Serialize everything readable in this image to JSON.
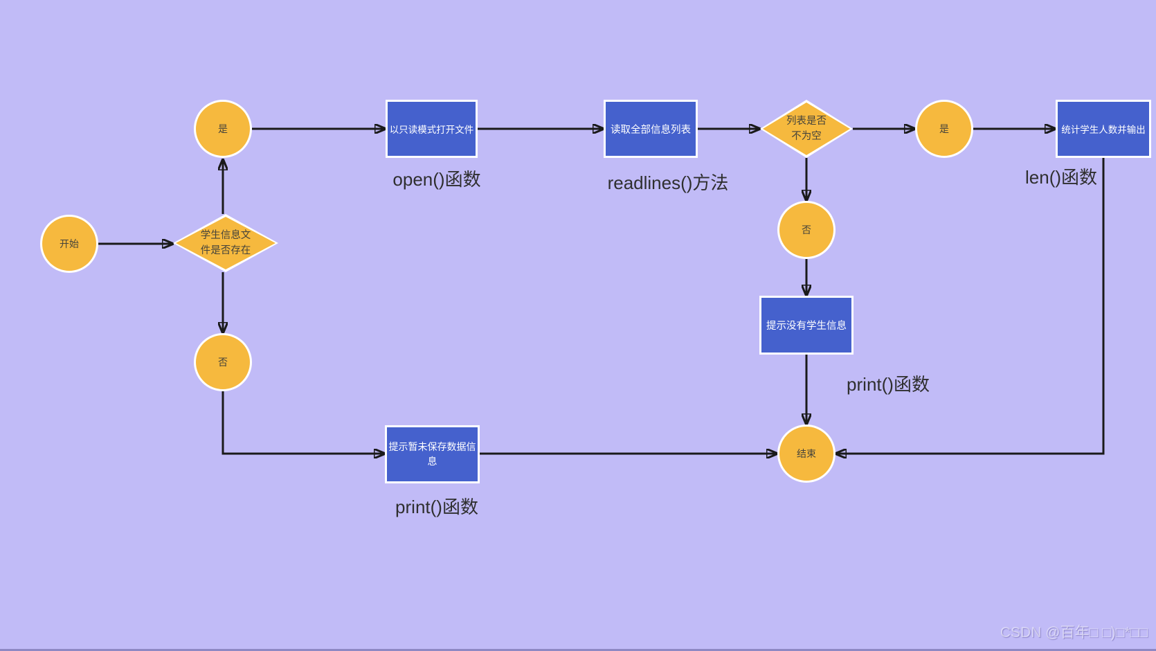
{
  "diagram": {
    "nodes": {
      "start": {
        "label": "开始"
      },
      "file_exists": {
        "label": "学生信息文\n件是否存在"
      },
      "yes_top": {
        "label": "是"
      },
      "open_file": {
        "label": "以只读模式打开文件"
      },
      "read_all": {
        "label": "读取全部信息列表"
      },
      "list_not_empty": {
        "label": "列表是否\n不为空"
      },
      "yes_right": {
        "label": "是"
      },
      "count_output": {
        "label": "统计学生人数并输出"
      },
      "no_mid": {
        "label": "否"
      },
      "no_student_info": {
        "label": "提示没有学生信息"
      },
      "no_left": {
        "label": "否"
      },
      "no_saved_info": {
        "label": "提示暂未保存数据信\n息"
      },
      "end": {
        "label": "结束"
      }
    },
    "annotations": {
      "open_fn": "open()函数",
      "readlines_fn": "readlines()方法",
      "len_fn": "len()函数",
      "print_fn_right": "print()函数",
      "print_fn_left": "print()函数"
    },
    "edges": [
      {
        "from": "start",
        "to": "file_exists"
      },
      {
        "from": "file_exists",
        "to": "yes_top"
      },
      {
        "from": "yes_top",
        "to": "open_file"
      },
      {
        "from": "open_file",
        "to": "read_all"
      },
      {
        "from": "read_all",
        "to": "list_not_empty"
      },
      {
        "from": "list_not_empty",
        "to": "yes_right"
      },
      {
        "from": "yes_right",
        "to": "count_output"
      },
      {
        "from": "list_not_empty",
        "to": "no_mid"
      },
      {
        "from": "no_mid",
        "to": "no_student_info"
      },
      {
        "from": "no_student_info",
        "to": "end"
      },
      {
        "from": "file_exists",
        "to": "no_left"
      },
      {
        "from": "no_left",
        "to": "no_saved_info"
      },
      {
        "from": "no_saved_info",
        "to": "end"
      },
      {
        "from": "count_output",
        "to": "end"
      }
    ],
    "colors": {
      "background": "#c1bbf7",
      "node_yellow": "#f6b93e",
      "node_blue": "#4561cd",
      "node_border": "#ffffff",
      "connector": "#1a1a1a",
      "dark_text": "#45433b",
      "light_text": "#ffffff",
      "annotation_text": "#2f2f2f",
      "bottom_edge": "#8e88c4"
    },
    "watermark": "CSDN @百年□ □)□*□□"
  }
}
